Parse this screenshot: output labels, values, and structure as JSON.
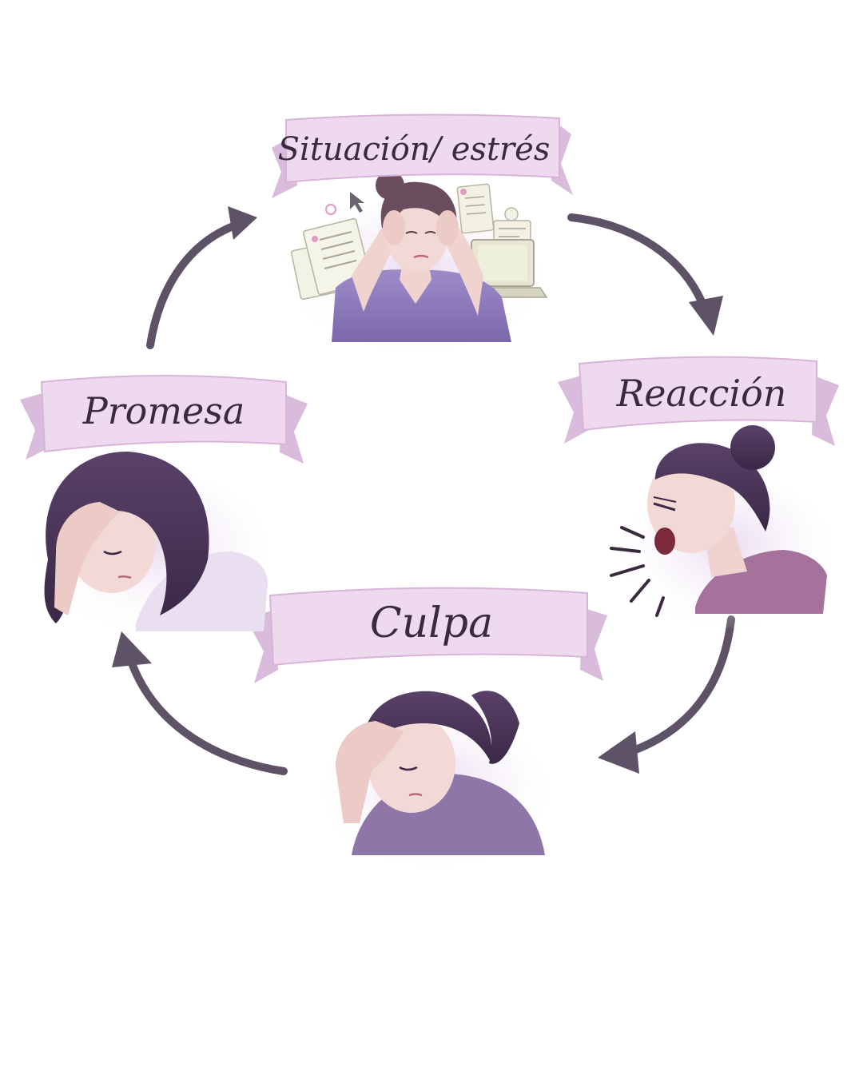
{
  "diagram": {
    "stages": [
      {
        "id": "situacion",
        "label": "Situación/ estrés",
        "illustration": "stressed-woman-with-documents-and-laptop"
      },
      {
        "id": "reaccion",
        "label": "Reacción",
        "illustration": "woman-shouting"
      },
      {
        "id": "culpa",
        "label": "Culpa",
        "illustration": "woman-head-in-hand-guilt"
      },
      {
        "id": "promesa",
        "label": "Promesa",
        "illustration": "woman-regretful-hand-on-forehead"
      }
    ],
    "arrows": [
      {
        "from": "situacion",
        "to": "reaccion"
      },
      {
        "from": "reaccion",
        "to": "culpa"
      },
      {
        "from": "culpa",
        "to": "promesa"
      },
      {
        "from": "promesa",
        "to": "situacion"
      }
    ],
    "colors": {
      "banner_fill": "#efd9ef",
      "banner_shadow": "#d7b4d8",
      "banner_text": "#3a2a3e",
      "arrow": "#5e5266",
      "hair": "#4b3656",
      "skin": "#f2d9d6",
      "sweater": "#8e7cbf",
      "background": "#ffffff"
    }
  }
}
